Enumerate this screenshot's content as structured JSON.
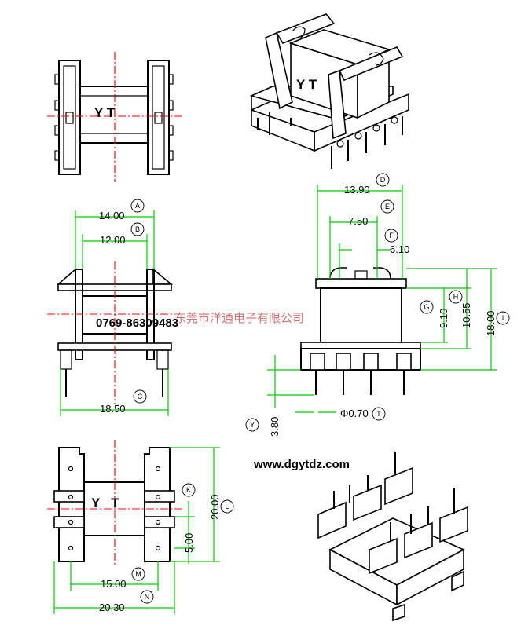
{
  "brand": {
    "top_mark": "Y T",
    "iso_mark": "Y T",
    "bottom_mark": "Y   T"
  },
  "contact": {
    "phone": "0769-86309483",
    "website": "www.dgytdz.com",
    "watermark": "东莞市洋通电子有限公司"
  },
  "dimensions": {
    "A": "14.00",
    "B": "12.00",
    "C": "18.50",
    "D": "13.90",
    "E": "7.50",
    "F": "6.10",
    "G": "9.10",
    "H": "10.55",
    "I": "18.00",
    "Y": "3.80",
    "T": "Φ0.70",
    "K": "5.00",
    "L": "20.00",
    "M": "15.00",
    "N": "20.30"
  },
  "labels": {
    "A": "A",
    "B": "B",
    "C": "C",
    "D": "D",
    "E": "E",
    "F": "F",
    "G": "G",
    "H": "H",
    "I": "I",
    "T": "T",
    "Y": "Y",
    "K": "K",
    "L": "L",
    "M": "M",
    "N": "N"
  },
  "colors": {
    "dimension": "#00cc00",
    "centerline": "#ff0000",
    "outline": "#000000",
    "watermark": "#cc6666"
  }
}
